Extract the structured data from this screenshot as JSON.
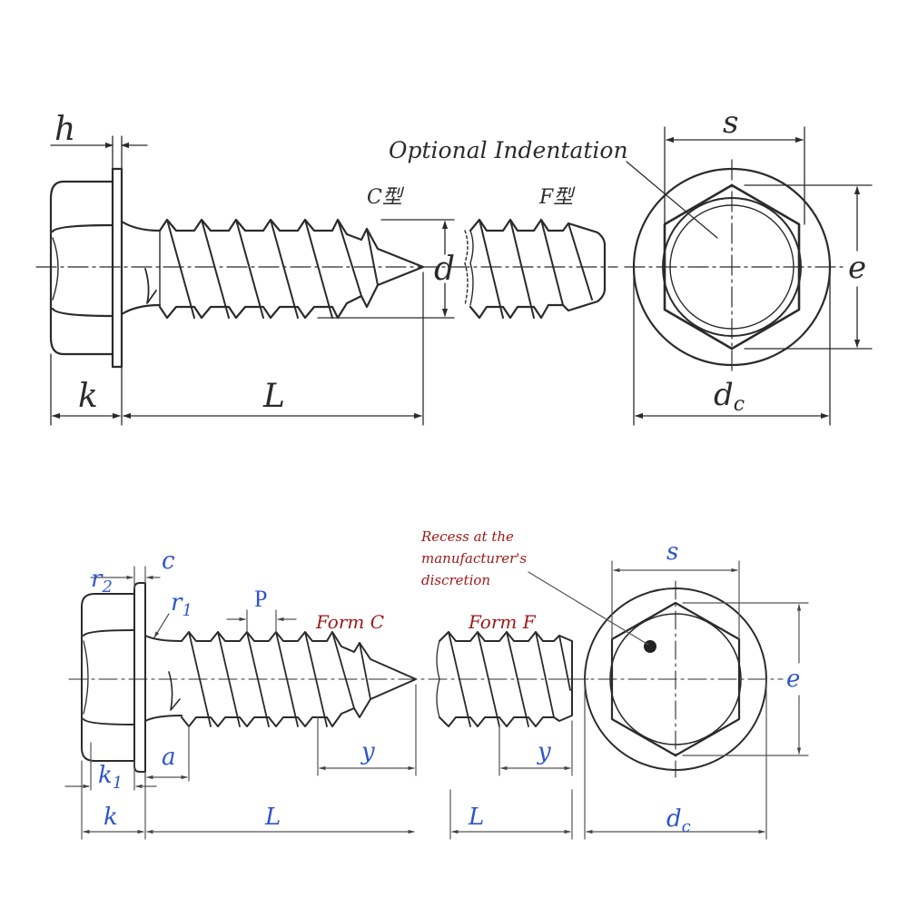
{
  "top_diagram": {
    "labels": {
      "h": "h",
      "k": "k",
      "L": "L",
      "d": "d",
      "s": "s",
      "e": "e",
      "dc_main": "d",
      "dc_sub": "c",
      "form_c": "C型",
      "form_f": "F型",
      "note": "Optional Indentation"
    }
  },
  "bottom_diagram": {
    "labels": {
      "r2_main": "r",
      "r2_sub": "2",
      "c": "c",
      "r1_main": "r",
      "r1_sub": "1",
      "P": "P",
      "form_c": "Form C",
      "form_f": "Form F",
      "k1_main": "k",
      "k1_sub": "1",
      "a": "a",
      "y_c": "y",
      "y_f": "y",
      "k": "k",
      "L_c": "L",
      "L_f": "L",
      "s": "s",
      "e": "e",
      "dc_main": "d",
      "dc_sub": "c",
      "note_line1": "Recess at the",
      "note_line2": "manufacturer's",
      "note_line3": "discretion"
    }
  },
  "colors": {
    "line": "#2b2b2b",
    "label_blue": "#2f55c8",
    "label_red": "#a01818",
    "ghost": "#d8d8d8"
  }
}
